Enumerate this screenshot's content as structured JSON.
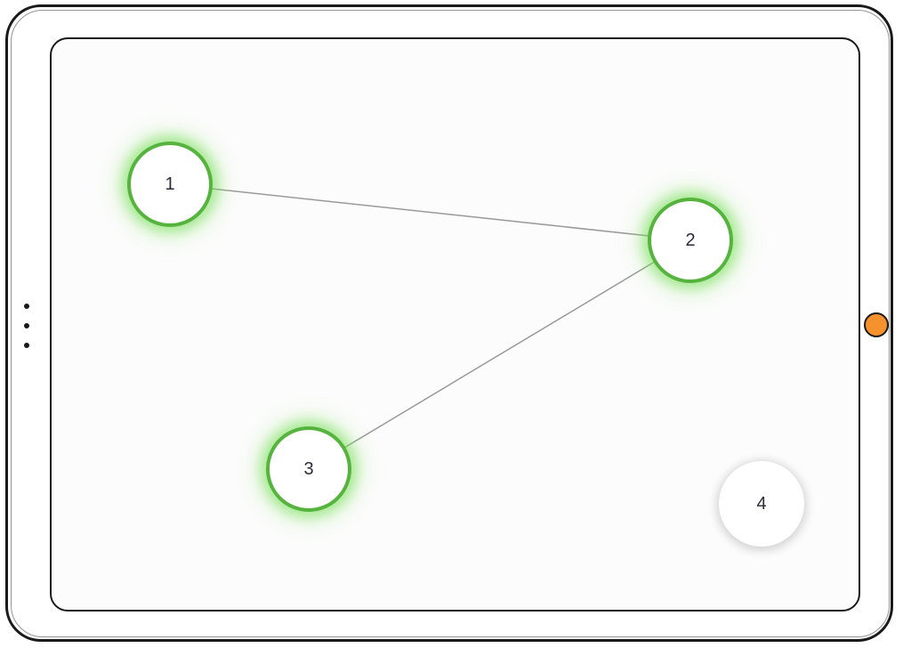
{
  "colors": {
    "connected_border": "#56b33e",
    "connected_glow": "#7ddc5a",
    "edge": "#9a9a9a",
    "home_button": "#f5922e",
    "frame": "#1a1a1a"
  },
  "graph": {
    "nodes": [
      {
        "id": "1",
        "label": "1",
        "state": "connected"
      },
      {
        "id": "2",
        "label": "2",
        "state": "connected"
      },
      {
        "id": "3",
        "label": "3",
        "state": "connected"
      },
      {
        "id": "4",
        "label": "4",
        "state": "idle"
      }
    ],
    "edges": [
      {
        "from": "1",
        "to": "2"
      },
      {
        "from": "2",
        "to": "3"
      }
    ]
  },
  "device": {
    "icons": [
      "side-dots-icon",
      "home-button-icon"
    ]
  }
}
